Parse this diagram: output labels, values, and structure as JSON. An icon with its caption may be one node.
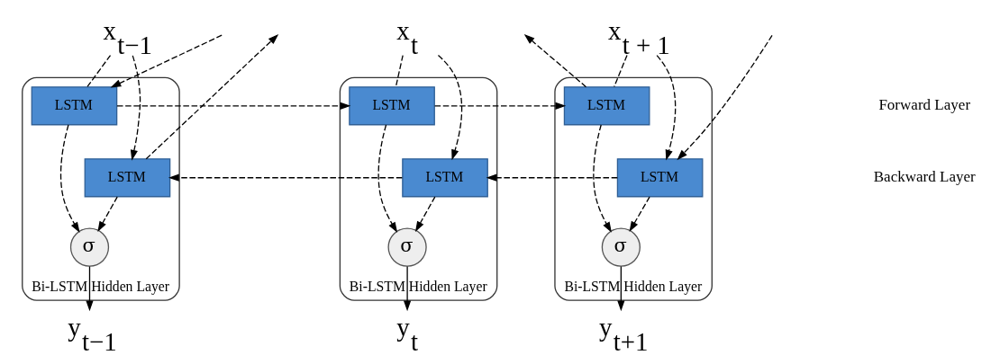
{
  "diagram": {
    "nodes": [
      {
        "text": [
          "y$_{t−1}$"
        ]
      },
      {
        "text": [
          "y$_{t}$"
        ]
      },
      {
        "text": [
          "y$_{t+1}$"
        ]
      },
      {
        "text": [
          "Bi-LSTM Hidden Layer"
        ]
      },
      {
        "text": [
          "σ"
        ],
        "in": 3
      },
      {
        "text": [
          "LSTM"
        ],
        "in": 3
      },
      {
        "text": [
          "LSTM"
        ],
        "in": 3
      },
      {
        "text": [
          "Bi-LSTM Hidden Layer"
        ]
      },
      {
        "text": [
          "σ"
        ],
        "in": 7
      },
      {
        "text": [
          "LSTM"
        ],
        "in": 7
      },
      {
        "text": [
          "LSTM"
        ],
        "in": 7
      },
      {
        "text": [
          "Bi-LSTM Hidden Layer"
        ]
      },
      {
        "text": [
          "σ"
        ],
        "in": 11
      },
      {
        "text": [
          "LSTM"
        ],
        "in": 11
      },
      {
        "text": [
          "LSTM"
        ],
        "in": 11
      },
      {
        "text": [
          "x$_{t−1}$"
        ]
      },
      {
        "text": [
          "x$_{t}$"
        ]
      },
      {
        "text": [
          "x$_{t + 1}$"
        ]
      }
    ],
    "edges": [
      {
        "from": 4,
        "to": 0,
        "arrow": "to"
      },
      {
        "from": 8,
        "to": 1,
        "arrow": "to"
      },
      {
        "from": 12,
        "to": 2,
        "arrow": "to"
      },
      {
        "from": 5,
        "to": 4,
        "arrow": "to",
        "style": "dashed"
      },
      {
        "from": 6,
        "to": 4,
        "arrow": "to",
        "style": "dashed"
      },
      {
        "from": 9,
        "to": 8,
        "arrow": "to",
        "style": "dashed"
      },
      {
        "from": 10,
        "to": 8,
        "arrow": "to",
        "style": "dashed"
      },
      {
        "from": 13,
        "to": 12,
        "arrow": "to",
        "style": "dashed"
      },
      {
        "from": 14,
        "to": 12,
        "arrow": "to",
        "style": "dashed"
      },
      {
        "from": null,
        "to": 5,
        "arrow": "to",
        "style": "dashed"
      },
      {
        "from": 5,
        "to": 9,
        "arrow": "to",
        "style": "dashed"
      },
      {
        "from": 9,
        "to": 13,
        "arrow": "to",
        "style": "dashed"
      },
      {
        "from": 13,
        "to": null,
        "arrow": "to",
        "style": "dashed"
      },
      {
        "from": null,
        "to": 14,
        "arrow": "to",
        "style": "dashed"
      },
      {
        "from": 14,
        "to": 10,
        "arrow": "to",
        "style": "dashed"
      },
      {
        "from": 10,
        "to": 6,
        "arrow": "to",
        "style": "dashed"
      },
      {
        "from": 6,
        "to": null,
        "arrow": "to",
        "style": "dashed"
      },
      {
        "from": 15,
        "to": 5,
        "arrow": "none",
        "style": "dashed"
      },
      {
        "from": 15,
        "to": 6,
        "arrow": "to",
        "style": "dashed"
      },
      {
        "from": 16,
        "to": 9,
        "arrow": "none",
        "style": "dashed"
      },
      {
        "from": 16,
        "to": 10,
        "arrow": "to",
        "style": "dashed"
      },
      {
        "from": 17,
        "to": 13,
        "arrow": "none",
        "style": "dashed"
      },
      {
        "from": 17,
        "to": 14,
        "arrow": "to",
        "style": "dashed"
      }
    ],
    "labels": [
      "Forward Layer",
      "Backward Layer"
    ]
  }
}
